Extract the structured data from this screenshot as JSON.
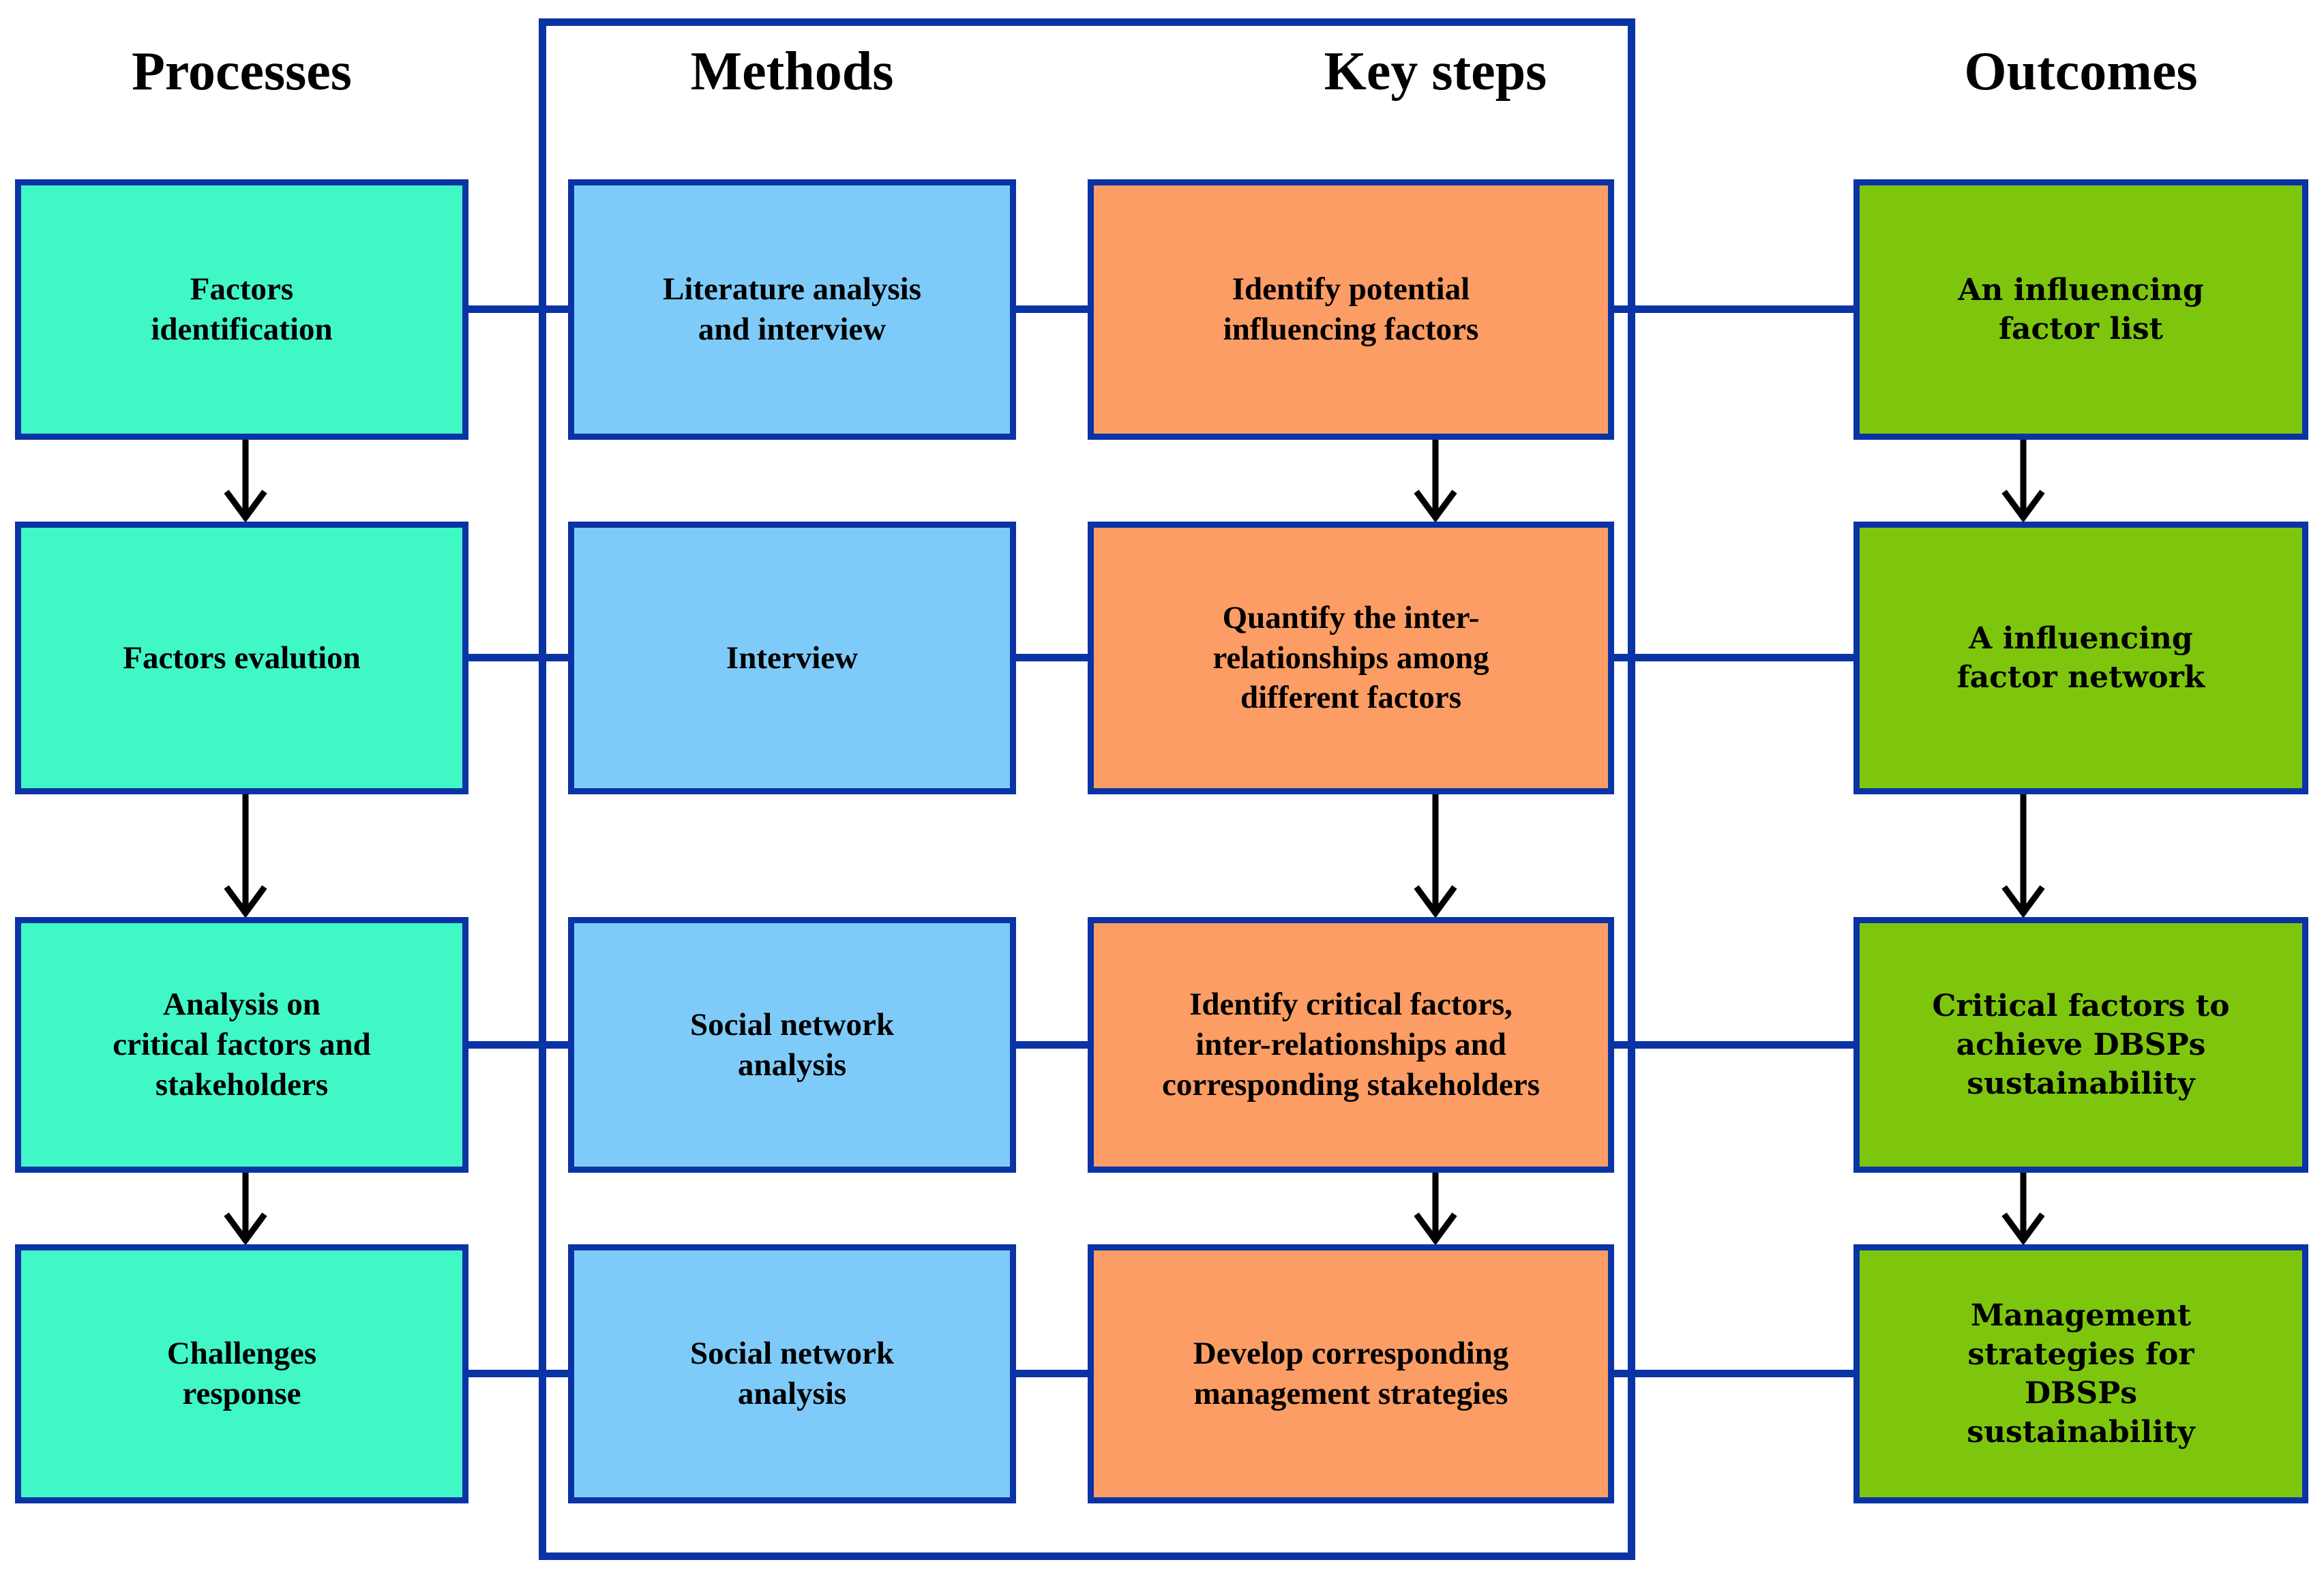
{
  "columns": [
    {
      "title": "Processes",
      "color": "#40f7c6",
      "boxes": [
        "Factors\nidentification",
        "Factors evalution",
        "Analysis on\ncritical factors and\nstakeholders",
        "Challenges\nresponse"
      ]
    },
    {
      "title": "Methods",
      "color": "#7ecbfa",
      "boxes": [
        "Literature analysis\nand interview",
        "Interview",
        "Social network\nanalysis",
        "Social network\nanalysis"
      ]
    },
    {
      "title": "Key steps",
      "color": "#fb9d64",
      "boxes": [
        "Identify potential\ninfluencing factors",
        "Quantify the inter-\nrelationships among\ndifferent factors",
        "Identify critical factors,\ninter-relationships and\ncorresponding stakeholders",
        "Develop corresponding\nmanagement strategies"
      ]
    },
    {
      "title": "Outcomes",
      "color": "#7ec60e",
      "boxes": [
        "An influencing\nfactor list",
        "A influencing\nfactor network",
        "Critical factors to\nachieve DBSPs\nsustainability",
        "Management\nstrategies for\nDBSPs\nsustainability"
      ]
    }
  ],
  "colors": {
    "border": "#0a33a5",
    "arrow": "#000000",
    "background": "#ffffff"
  }
}
